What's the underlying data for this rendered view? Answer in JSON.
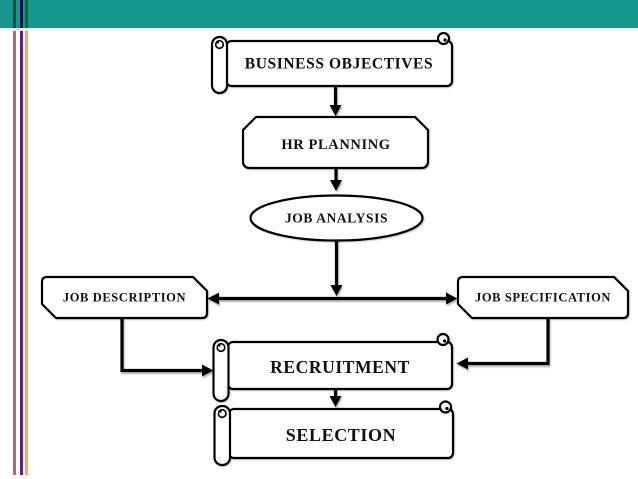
{
  "slide": {
    "background": "#ffffff",
    "top_bar_color": "#17988f",
    "stripe_colors": {
      "rose": "#ae6c6f",
      "purple": "#5e1f7d",
      "gold": "#e8b050"
    },
    "outline_color": "#000000",
    "shape_fill": "#ffffff"
  },
  "flowchart": {
    "nodes": {
      "business_objectives": {
        "label": "BUSINESS OBJECTIVES",
        "shape": "vertical-scroll"
      },
      "hr_planning": {
        "label": "HR PLANNING",
        "shape": "snip-top-corners-rectangle"
      },
      "job_analysis": {
        "label": "JOB ANALYSIS",
        "shape": "ellipse"
      },
      "job_description": {
        "label": "JOB DESCRIPTION",
        "shape": "snip-diagonal-corner-rectangle"
      },
      "job_specification": {
        "label": "JOB SPECIFICATION",
        "shape": "snip-diagonal-corner-rectangle"
      },
      "recruitment": {
        "label": "RECRUITMENT",
        "shape": "vertical-scroll"
      },
      "selection": {
        "label": "SELECTION",
        "shape": "vertical-scroll"
      }
    },
    "edges": [
      {
        "from": "business_objectives",
        "to": "hr_planning",
        "type": "straight-arrow-down"
      },
      {
        "from": "hr_planning",
        "to": "job_analysis",
        "type": "straight-arrow-down"
      },
      {
        "from": "job_analysis",
        "to": "job_description",
        "type": "tee-arrow-left"
      },
      {
        "from": "job_analysis",
        "to": "job_specification",
        "type": "tee-arrow-right"
      },
      {
        "from": "job_description",
        "to": "recruitment",
        "type": "elbow-arrow"
      },
      {
        "from": "job_specification",
        "to": "recruitment",
        "type": "elbow-arrow"
      },
      {
        "from": "recruitment",
        "to": "selection",
        "type": "straight-arrow-down"
      }
    ]
  }
}
